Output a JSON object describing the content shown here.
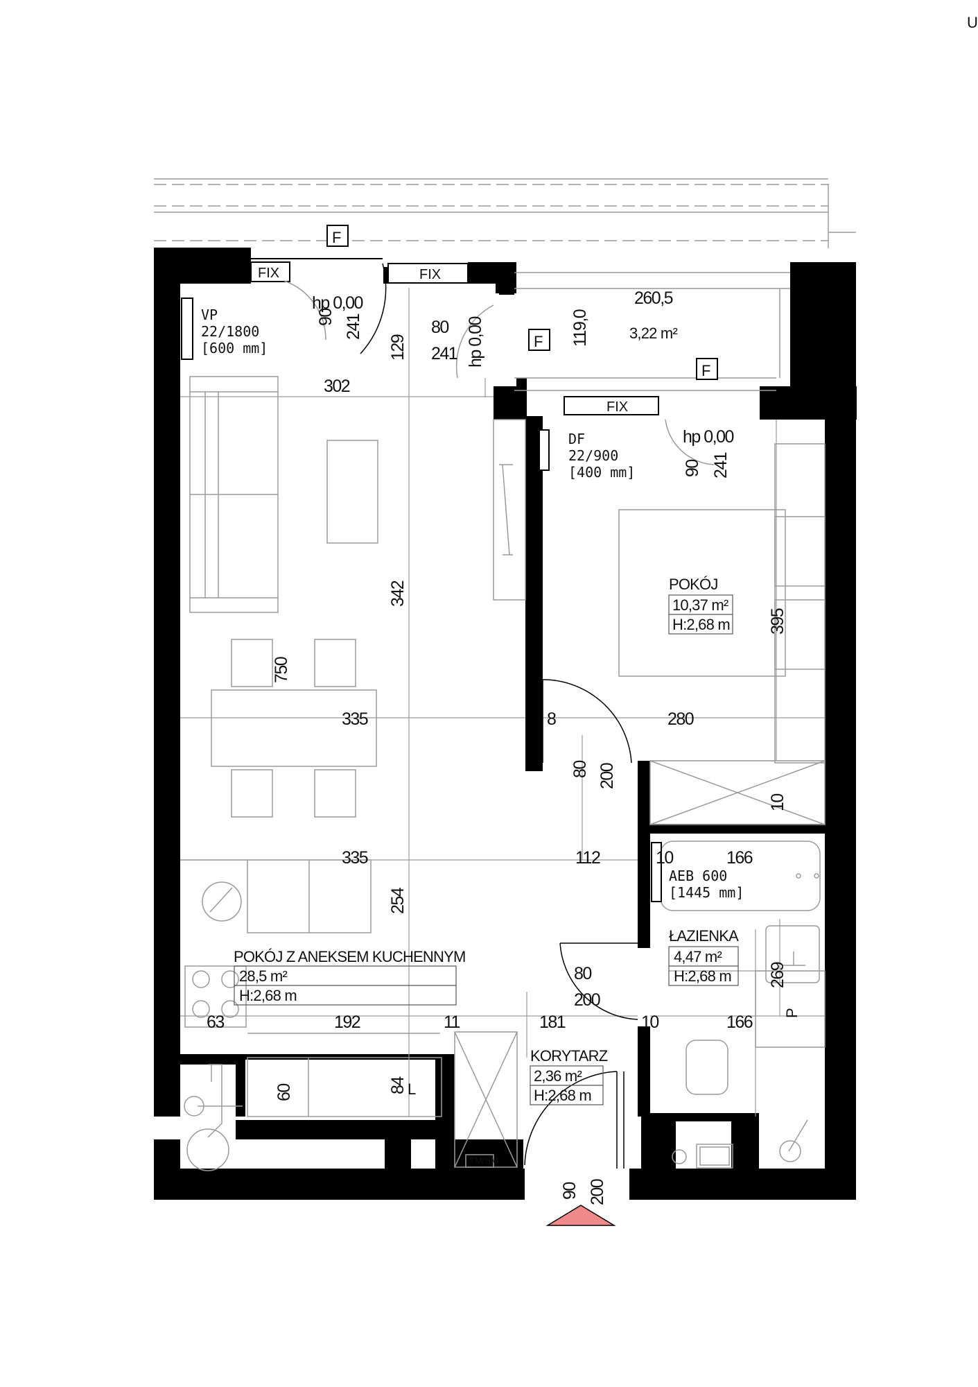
{
  "colors": {
    "wall": "#000000",
    "line": "#9a9a9a",
    "entrance": "#f08a8a"
  },
  "corner_mark": "U",
  "rooms": {
    "living": {
      "name": "POKÓJ Z ANEKSEM KUCHENNYM",
      "area": "28,5 m²",
      "height": "H:2,68 m"
    },
    "bedroom": {
      "name": "POKÓJ",
      "area": "10,37 m²",
      "height": "H:2,68 m"
    },
    "balcony": {
      "area": "3,22 m²"
    },
    "bathroom": {
      "name": "ŁAZIENKA",
      "area": "4,47 m²",
      "height": "H:2,68 m"
    },
    "corridor": {
      "name": "KORYTARZ",
      "area": "2,36 m²",
      "height": "H:2,68 m"
    }
  },
  "radiators": {
    "vp": {
      "l1": "VP",
      "l2": "22/1800",
      "l3": "[600 mm]"
    },
    "df": {
      "l1": "DF",
      "l2": "22/900",
      "l3": "[400 mm]"
    },
    "aeb": {
      "l1": "AEB 600",
      "l2": "[1445 mm]"
    }
  },
  "markers": {
    "fix": "FIX",
    "f": "F",
    "tmsm": "TM/SM",
    "l": "L",
    "p": "P"
  },
  "dims": {
    "hp_left": "hp 0,00",
    "v90_left": "90",
    "v241_left": "241",
    "d80_top": "80",
    "d241_top": "241",
    "hp_door_v": "hp 0,00",
    "d129": "129",
    "d302": "302",
    "d119": "119,0",
    "d2605": "260,5",
    "hp_right": "hp 0,00",
    "v90_right": "90",
    "v241_right": "241",
    "d342": "342",
    "d750": "750",
    "d335_a": "335",
    "d8": "8",
    "d280": "280",
    "d395": "395",
    "d80_mid": "80",
    "d200_mid": "200",
    "d10_v": "10",
    "d335_b": "335",
    "d112": "112",
    "d10_a": "10",
    "d166_a": "166",
    "d254": "254",
    "d269": "269",
    "d80_bath": "80",
    "d200_bath": "200",
    "d63": "63",
    "d192": "192",
    "d11": "11",
    "d181": "181",
    "d10_b": "10",
    "d166_b": "166",
    "d60": "60",
    "d84": "84",
    "d90_entry": "90",
    "d200_entry": "200"
  }
}
